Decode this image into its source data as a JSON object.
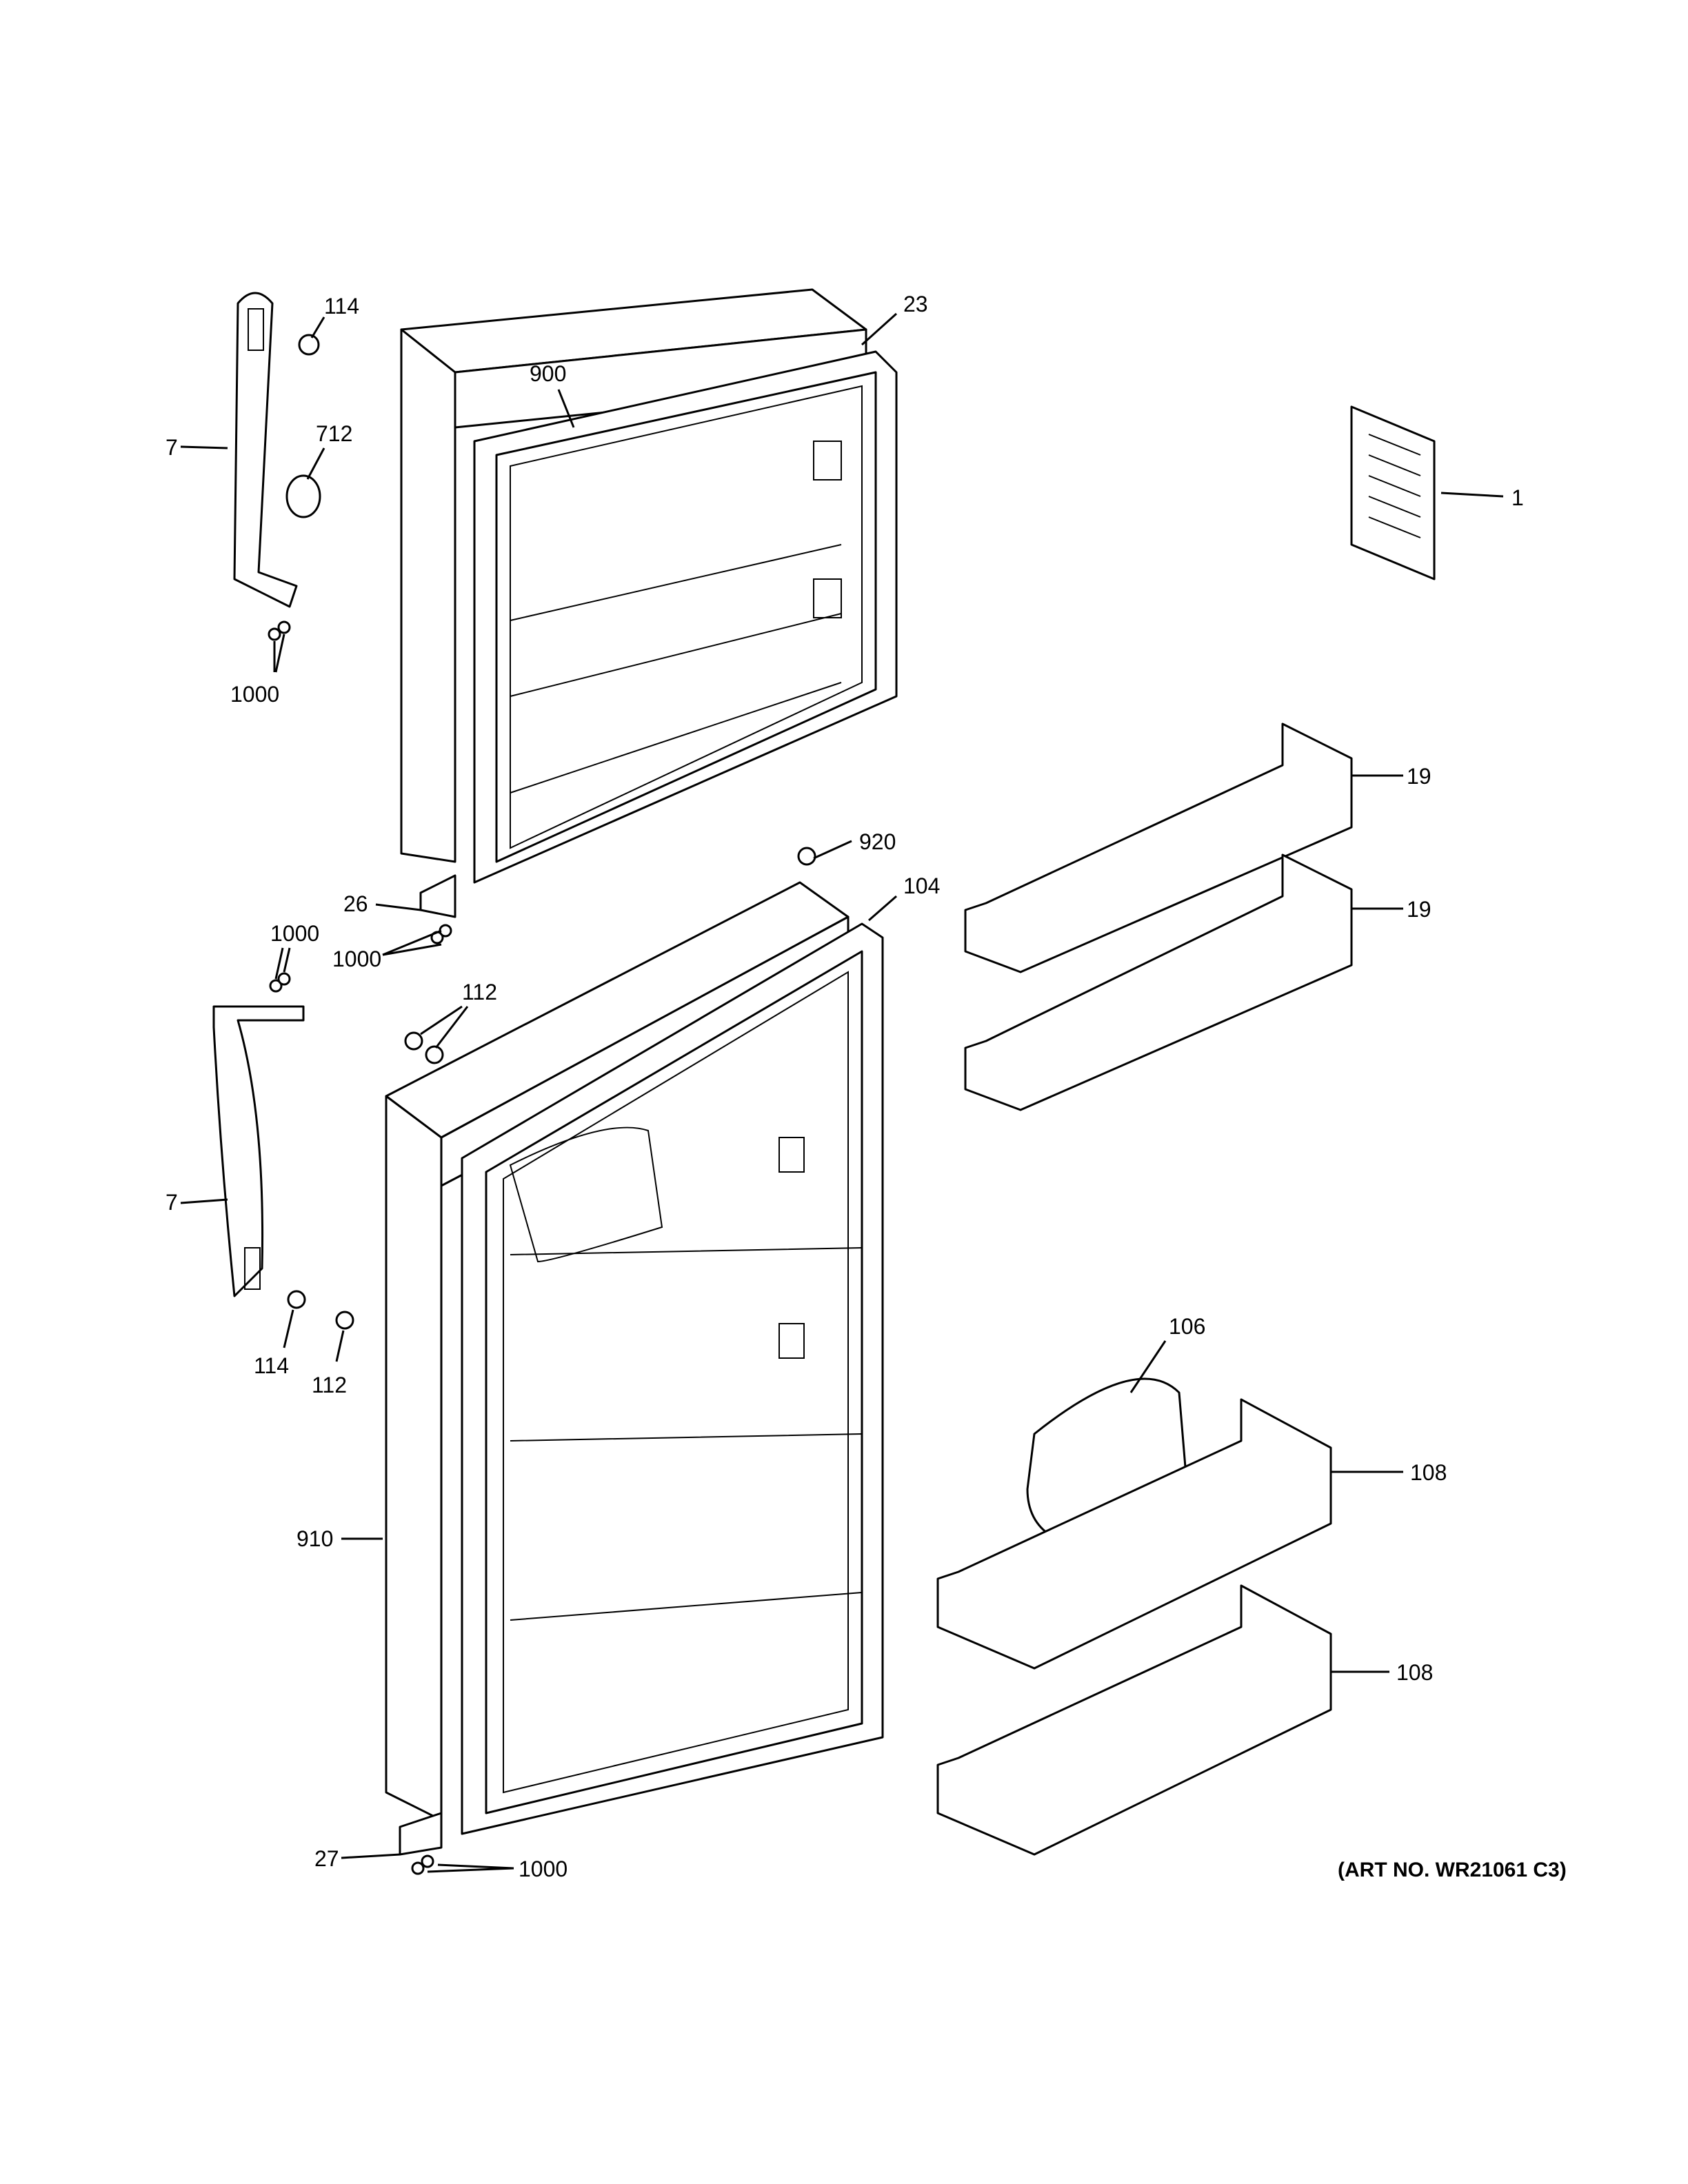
{
  "callouts": {
    "c114_top": "114",
    "c712": "712",
    "c7_top": "7",
    "c1000_top": "1000",
    "c900": "900",
    "c23": "23",
    "c1": "1",
    "c19_a": "19",
    "c19_b": "19",
    "c920": "920",
    "c104": "104",
    "c26": "26",
    "c1000_a": "1000",
    "c1000_b": "1000",
    "c112_top": "112",
    "c7_bottom": "7",
    "c114_bottom": "114",
    "c112_bottom": "112",
    "c106": "106",
    "c108_a": "108",
    "c108_b": "108",
    "c910": "910",
    "c27": "27",
    "c1000_bottom": "1000"
  },
  "art_number": "(ART NO. WR21061 C3)"
}
